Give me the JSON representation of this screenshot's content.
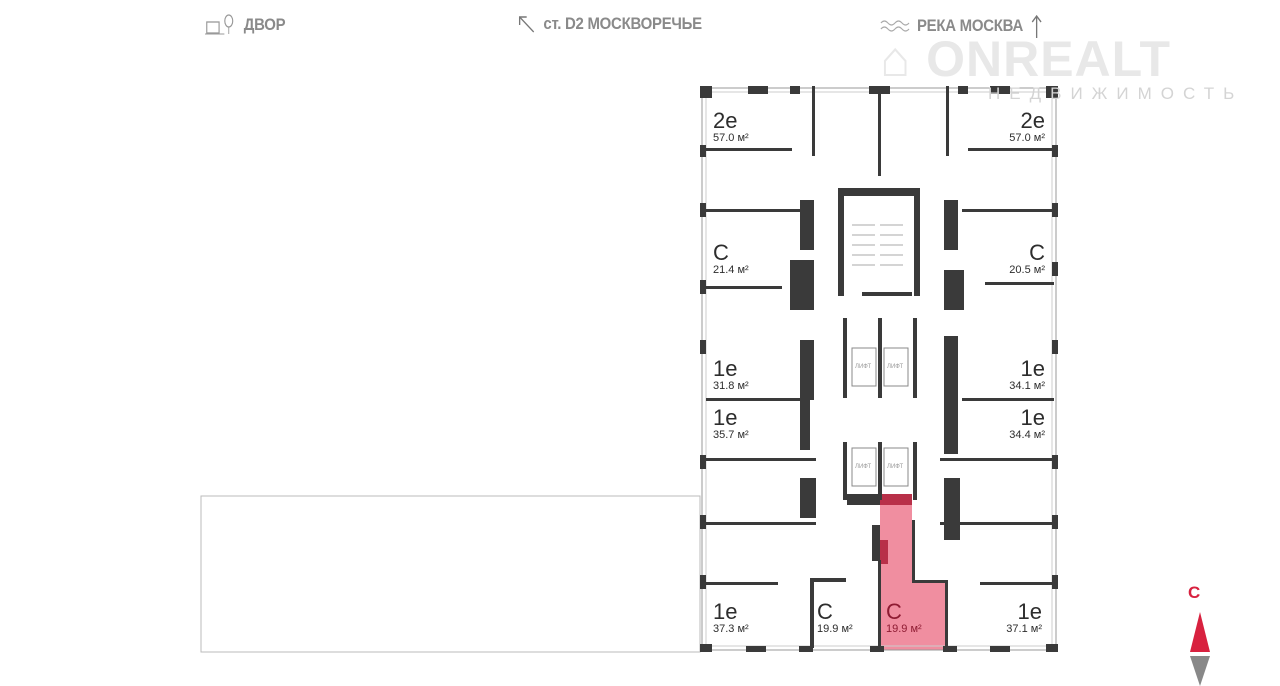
{
  "orientation": {
    "yard_label": "ДВОР",
    "station_label": "ст. D2 МОСКВОРЕЧЬЕ",
    "river_label": "РЕКА МОСКВА"
  },
  "watermark": {
    "brand": "ONREALT",
    "sub": "НЕДВИЖИМОСТЬ"
  },
  "apartments": [
    {
      "type": "2е",
      "area": "57.0 м²"
    },
    {
      "type": "2е",
      "area": "57.0 м²"
    },
    {
      "type": "С",
      "area": "21.4 м²"
    },
    {
      "type": "С",
      "area": "20.5 м²"
    },
    {
      "type": "1е",
      "area": "31.8 м²"
    },
    {
      "type": "1е",
      "area": "34.1 м²"
    },
    {
      "type": "1е",
      "area": "35.7 м²"
    },
    {
      "type": "1е",
      "area": "34.4 м²"
    },
    {
      "type": "1е",
      "area": "37.3 м²"
    },
    {
      "type": "С",
      "area": "19.9 м²"
    },
    {
      "type": "С",
      "area": "19.9 м²",
      "selected": true
    },
    {
      "type": "1е",
      "area": "37.1 м²"
    }
  ],
  "lifts": [
    "ЛИФТ",
    "ЛИФТ",
    "ЛИФТ",
    "ЛИФТ"
  ],
  "compass": {
    "north_label": "С"
  },
  "colors": {
    "wall": "#3a3a3a",
    "selected": "#f08ea0",
    "selected_dark": "#b83049",
    "accent": "#d8213f"
  }
}
